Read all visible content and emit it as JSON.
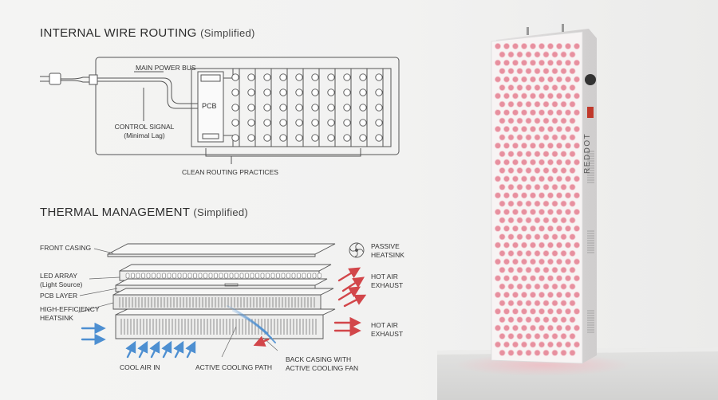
{
  "section1": {
    "title": "INTERNAL WIRE ROUTING",
    "subtitle": "(Simplified)",
    "labels": {
      "main_power_bus": "MAIN POWER BUS",
      "pcb": "PCB",
      "control_signal": "CONTROL SIGNAL",
      "minimal_lag": "(Minimal Lag)",
      "clean_routing": "CLEAN ROUTING PRACTICES"
    }
  },
  "section2": {
    "title": "THERMAL MANAGEMENT",
    "subtitle": "(Simplified)",
    "labels": {
      "front_casing": "FRONT CASING",
      "led_array": "LED ARRAY",
      "light_source": "(Light Source)",
      "pcb_layer": "PCB LAYER",
      "heatsink_1": "HIGH-EFFICIENCY",
      "heatsink_2": "HEATSINK",
      "passive_1": "PASSIVE",
      "passive_2": "HEATSINK",
      "hot_air_1a": "HOT AIR",
      "hot_air_1b": "EXHAUST",
      "hot_air_2a": "HOT AIR",
      "hot_air_2b": "EXHAUST",
      "cool_air_in": "COOL AIR IN",
      "active_cooling_path": "ACTIVE COOLING PATH",
      "back_casing_1": "BACK CASING WITH",
      "back_casing_2": "ACTIVE COOLING FAN"
    }
  },
  "device": {
    "brand": "REDDOT"
  },
  "colors": {
    "line": "#555555",
    "hot_air": "#d2464a",
    "cool_air": "#4d8fd1",
    "device_body": "#f7f5f5",
    "led": "#e58a9a"
  }
}
